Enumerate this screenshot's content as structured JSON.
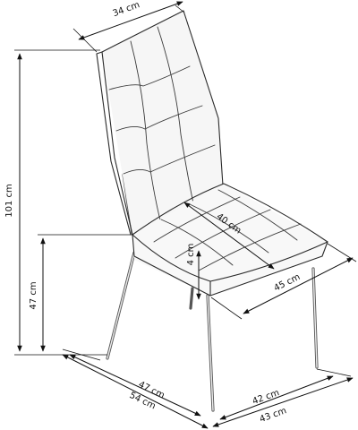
{
  "dimensions": {
    "back_width": "34 cm",
    "total_height": "101 cm",
    "seat_height": "47 cm",
    "seat_depth": "40 cm",
    "seat_thickness": "4 cm",
    "seat_width": "45 cm",
    "base_depth_inner": "47 cm",
    "base_depth_outer": "54 cm",
    "base_width_inner": "42 cm",
    "base_width_outer": "43 cm"
  }
}
